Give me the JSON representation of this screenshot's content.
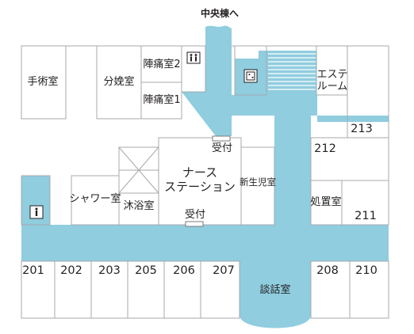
{
  "colors": {
    "corridor": "#8fcddf",
    "wall": "#a7a9ac",
    "text": "#231f20"
  },
  "direction_label": "中央棟へ",
  "rooms": {
    "operating_room": "手術室",
    "delivery_room": "分娩室",
    "labor_room_2": "陣痛室2",
    "labor_room_1": "陣痛室1",
    "esthetic_room_line1": "エステ",
    "esthetic_room_line2": "ルーム",
    "nurse_station_line1": "ナース",
    "nurse_station_line2": "ステーション",
    "newborn_room": "新生児室",
    "shower_room": "シャワー室",
    "bath_room": "沐浴室",
    "treatment_room": "処置室",
    "lounge": "談話室"
  },
  "reception_labels": [
    "受付",
    "受付"
  ],
  "room_numbers": [
    "201",
    "202",
    "203",
    "205",
    "206",
    "207",
    "208",
    "210",
    "211",
    "212",
    "213"
  ],
  "icons": {
    "restroom": "restroom-icon",
    "elevator": "elevator-icon",
    "stairs": "stairs-icon",
    "toilet": "toilet-icon"
  }
}
